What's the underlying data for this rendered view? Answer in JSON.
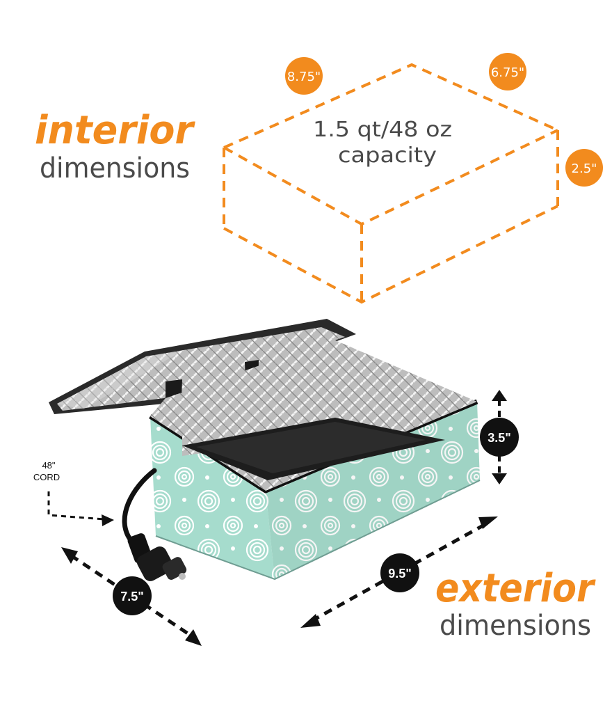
{
  "interior": {
    "heading_accent": "interior",
    "heading_rest": "dimensions",
    "capacity_line1": "1.5 qt/48 oz",
    "capacity_line2": "capacity",
    "length": "8.75\"",
    "width": "6.75\"",
    "height": "2.5\""
  },
  "exterior": {
    "heading_accent": "exterior",
    "heading_rest": "dimensions",
    "height": "3.5\"",
    "length": "9.5\"",
    "depth": "7.5\""
  },
  "cord": {
    "line1": "48\"",
    "line2": "CORD"
  },
  "colors": {
    "accent": "#f28b1e",
    "text_gray": "#4a4a4a",
    "badge_dark": "#111111",
    "bag_mint": "#a6dccd",
    "lining_silver": "#c9c9c9"
  }
}
